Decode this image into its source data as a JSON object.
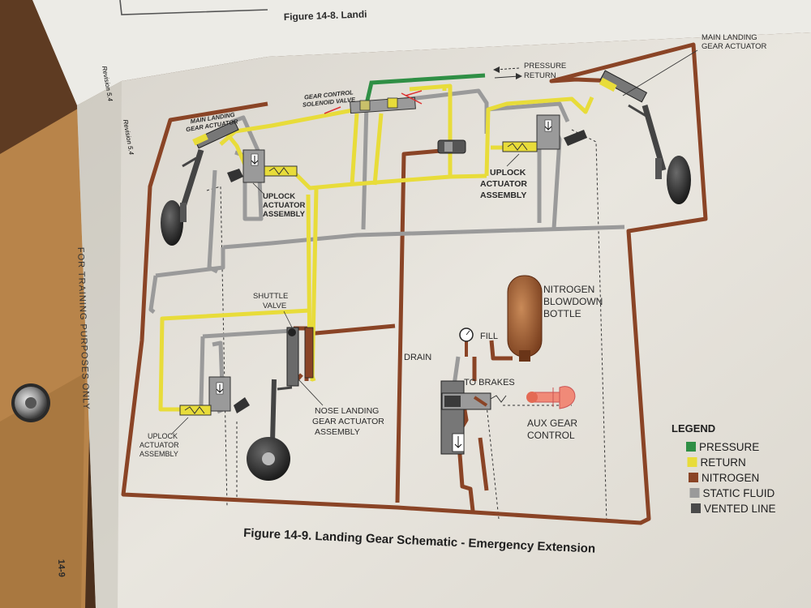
{
  "figure": {
    "top_caption": "Figure 14-8.  Landi",
    "caption": "Figure 14-9.  Landing Gear Schematic - Emergency Extension",
    "side_note": "FOR TRAINING PURPOSES ONLY",
    "page_number": "14-9",
    "revision": "Revision 5.4"
  },
  "arrows": {
    "pressure": "PRESSURE",
    "return": "RETURN"
  },
  "labels": {
    "main_gear_left": [
      "MAIN LANDING",
      "GEAR ACTUATOR"
    ],
    "main_gear_right": [
      "MAIN LANDING",
      "GEAR ACTUATOR"
    ],
    "solenoid": [
      "GEAR CONTROL",
      "SOLENOID VALVE"
    ],
    "uplock_left": [
      "UPLOCK",
      "ACTUATOR",
      "ASSEMBLY"
    ],
    "uplock_right": [
      "UPLOCK",
      "ACTUATOR",
      "ASSEMBLY"
    ],
    "uplock_nose": [
      "UPLOCK",
      "ACTUATOR",
      "ASSEMBLY"
    ],
    "shuttle": [
      "SHUTTLE",
      "VALVE"
    ],
    "nose_actuator": [
      "NOSE LANDING",
      "GEAR ACTUATOR",
      "ASSEMBLY"
    ],
    "nitrogen": [
      "NITROGEN",
      "BLOWDOWN",
      "BOTTLE"
    ],
    "fill": "FILL",
    "drain": "DRAIN",
    "to_brakes": "TO BRAKES",
    "aux": [
      "AUX GEAR",
      "CONTROL"
    ]
  },
  "legend": {
    "title": "LEGEND",
    "items": [
      {
        "label": "PRESSURE",
        "color": "#2f8f45"
      },
      {
        "label": "RETURN",
        "color": "#e8dc3a"
      },
      {
        "label": "NITROGEN",
        "color": "#8a4426"
      },
      {
        "label": "STATIC FLUID",
        "color": "#9a9a9a"
      },
      {
        "label": "VENTED LINE",
        "color": "#4a4a4a"
      }
    ]
  }
}
